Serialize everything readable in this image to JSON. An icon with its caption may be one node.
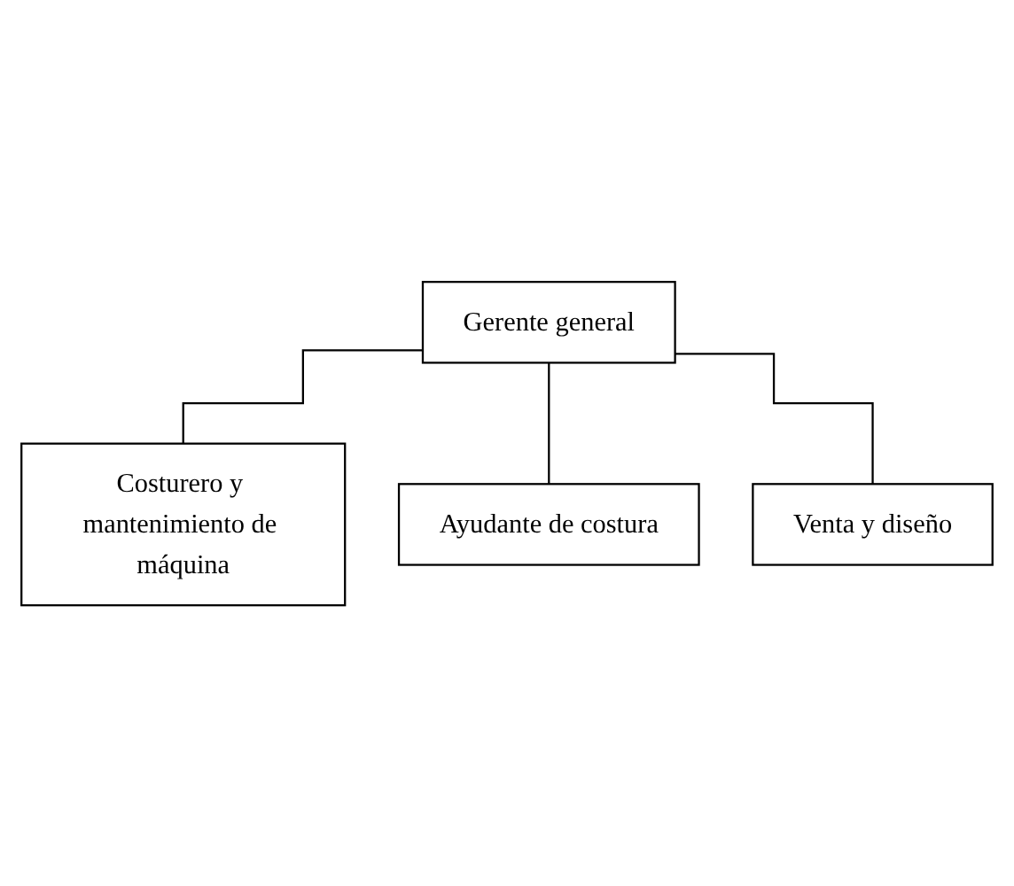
{
  "diagram": {
    "nodes": [
      {
        "text": [
          "Gerente general"
        ]
      },
      {
        "text": [
          "Costurero y mantenimiento de máquina"
        ]
      },
      {
        "text": [
          "Ayudante de costura"
        ]
      },
      {
        "text": [
          "Venta y diseño"
        ]
      }
    ],
    "edges": [
      {
        "from": 0,
        "to": 1,
        "arrow": "none"
      },
      {
        "from": 0,
        "to": 2,
        "arrow": "none"
      },
      {
        "from": 0,
        "to": 3,
        "arrow": "none"
      }
    ]
  }
}
